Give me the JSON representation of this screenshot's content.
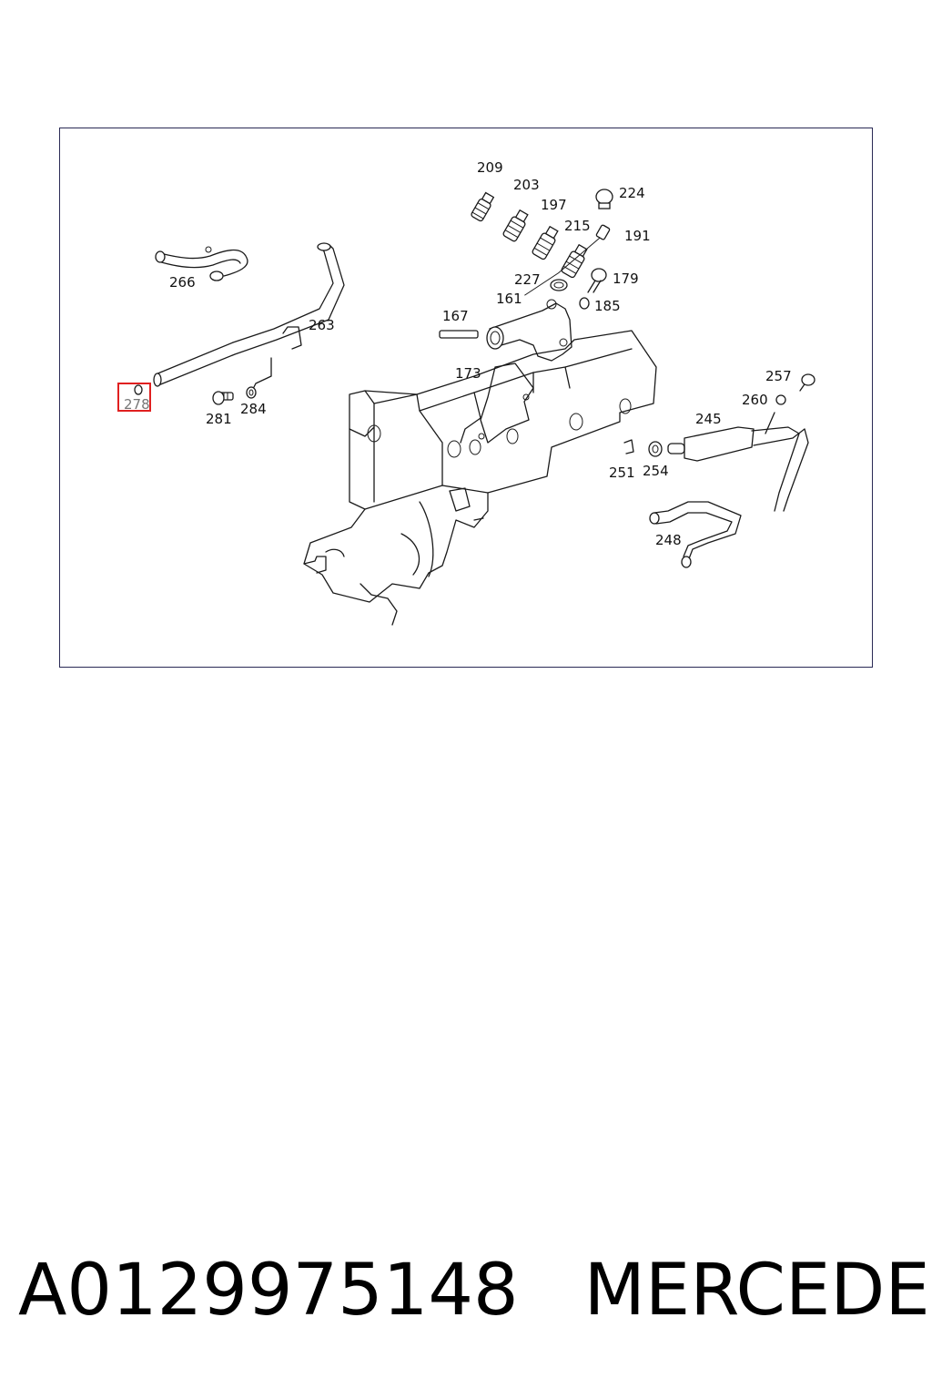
{
  "diagram": {
    "highlight_color": "#e02020",
    "frame_color": "#2a2a55",
    "callouts": {
      "p209": "209",
      "p203": "203",
      "p197": "197",
      "p224": "224",
      "p215": "215",
      "p191": "191",
      "p266": "266",
      "p227": "227",
      "p179": "179",
      "p161": "161",
      "p185": "185",
      "p263": "263",
      "p167": "167",
      "p173": "173",
      "p257": "257",
      "p278": "278",
      "p281": "281",
      "p284": "284",
      "p260": "260",
      "p245": "245",
      "p251": "251",
      "p254": "254",
      "p248": "248"
    },
    "highlighted_callout": "278"
  },
  "caption": {
    "part_number": "A0129975148",
    "brand": "MERCEDES"
  }
}
